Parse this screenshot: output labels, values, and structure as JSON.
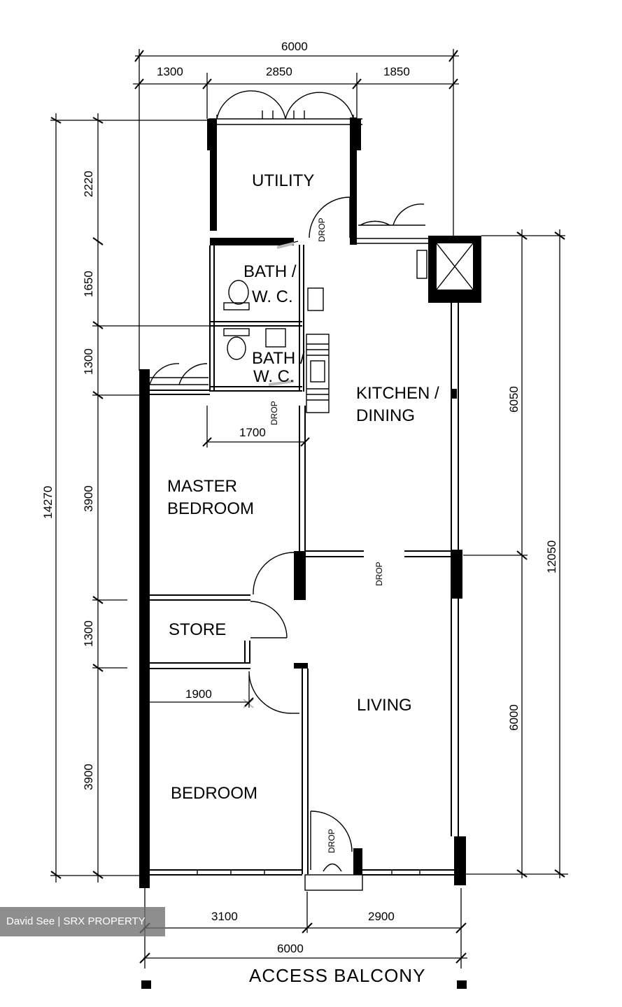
{
  "rooms": {
    "utility": "UTILITY",
    "bath_wc_1_line1": "BATH /",
    "bath_wc_1_line2": "W. C.",
    "bath_wc_2_line1": "BATH /",
    "bath_wc_2_line2": "W. C.",
    "kitchen_line1": "KITCHEN /",
    "kitchen_line2": "DINING",
    "master_line1": "MASTER",
    "master_line2": "BEDROOM",
    "store": "STORE",
    "living": "LIVING",
    "bedroom": "BEDROOM",
    "access_balcony": "ACCESS  BALCONY"
  },
  "drop_labels": [
    "DROP",
    "DROP",
    "DROP",
    "DROP"
  ],
  "dimensions": {
    "top_total": "6000",
    "top_seg_1": "1300",
    "top_seg_2": "2850",
    "top_seg_3": "1850",
    "left_total": "14270",
    "left_seg_1": "2220",
    "left_seg_2": "1650",
    "left_seg_3": "1300",
    "left_seg_4": "3900",
    "left_seg_5": "1300",
    "left_seg_6": "3900",
    "right_seg_1": "6050",
    "right_seg_2": "6000",
    "right_total": "12050",
    "inner_1700": "1700",
    "inner_1900": "1900",
    "bottom_seg_1": "3100",
    "bottom_seg_2": "2900",
    "bottom_total": "6000"
  },
  "watermark": "David See | SRX PROPERTY"
}
